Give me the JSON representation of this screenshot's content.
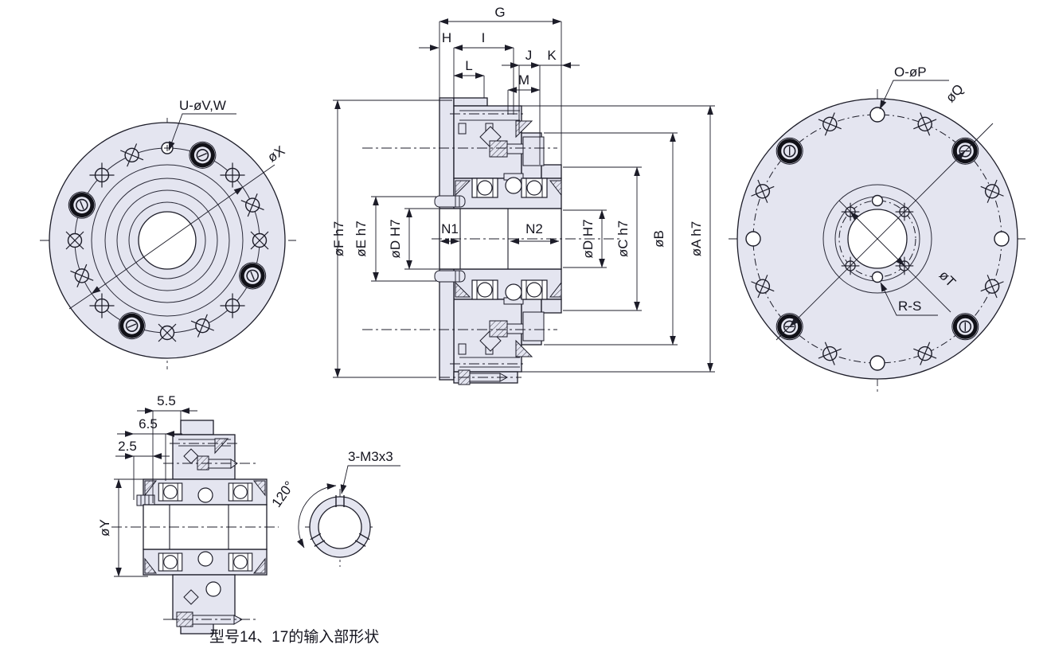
{
  "caption": "型号14、17的输入部形状",
  "colors": {
    "part_fill": "#e4e5f0",
    "line_color": "#1c1c28"
  },
  "front_view": {
    "holes_label": "U-øV,W",
    "bolt_circle_label": "øX"
  },
  "section_view": {
    "dim_g": "G",
    "dim_h": "H",
    "dim_i": "I",
    "dim_l": "L",
    "dim_j": "J",
    "dim_k": "K",
    "dim_m": "M",
    "shaft_n1": "N1",
    "shaft_n2": "N2",
    "dia_f": "øF h7",
    "dia_e": "øE h7",
    "dia_d_left": "øD H7",
    "dia_d_right": "øD H7",
    "dia_c": "øC h7",
    "dia_b": "øB",
    "dia_a": "øA h7"
  },
  "rear_view": {
    "holes_label": "O-øP",
    "bolt_circle_label": "øQ",
    "hub_holes_label": "R-S",
    "hub_circle_label": "øT"
  },
  "input_view": {
    "dim_1": "5.5",
    "dim_2": "6.5",
    "dim_3": "2.5",
    "dia_y": "øY"
  },
  "ring_view": {
    "tap_label": "3-M3x3",
    "angle_label": "120°"
  }
}
